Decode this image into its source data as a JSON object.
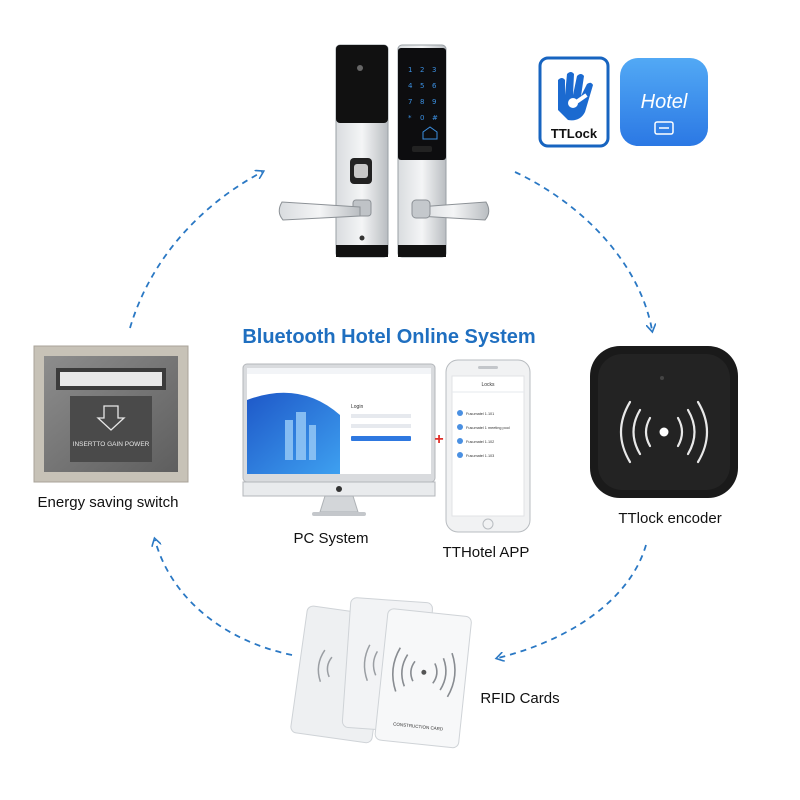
{
  "title": "Bluetooth Hotel Online System",
  "nodes": {
    "energy_switch": {
      "label": "Energy saving switch",
      "plate_text": "INSERTTO GAIN POWER"
    },
    "pc_system": {
      "label": "PC System",
      "screen_heading": "Login"
    },
    "app": {
      "label": "TTHotel APP",
      "screen_title": "Locks"
    },
    "encoder": {
      "label": "TTlock encoder"
    },
    "rfid": {
      "label": "RFID Cards",
      "card_text": "CONSTRUCTION CARD"
    },
    "logos": {
      "ttlock": "TTLock",
      "hotel": "Hotel"
    }
  },
  "app_list": [
    "Fusumatel 1.101",
    "Fusumatel 1 meeting pool",
    "Fusumatel 1.102",
    "Fusumatel 1.103"
  ],
  "colors": {
    "title": "#1f6fc0",
    "arrows": "#2a78c4",
    "plus": "#e0302a"
  }
}
